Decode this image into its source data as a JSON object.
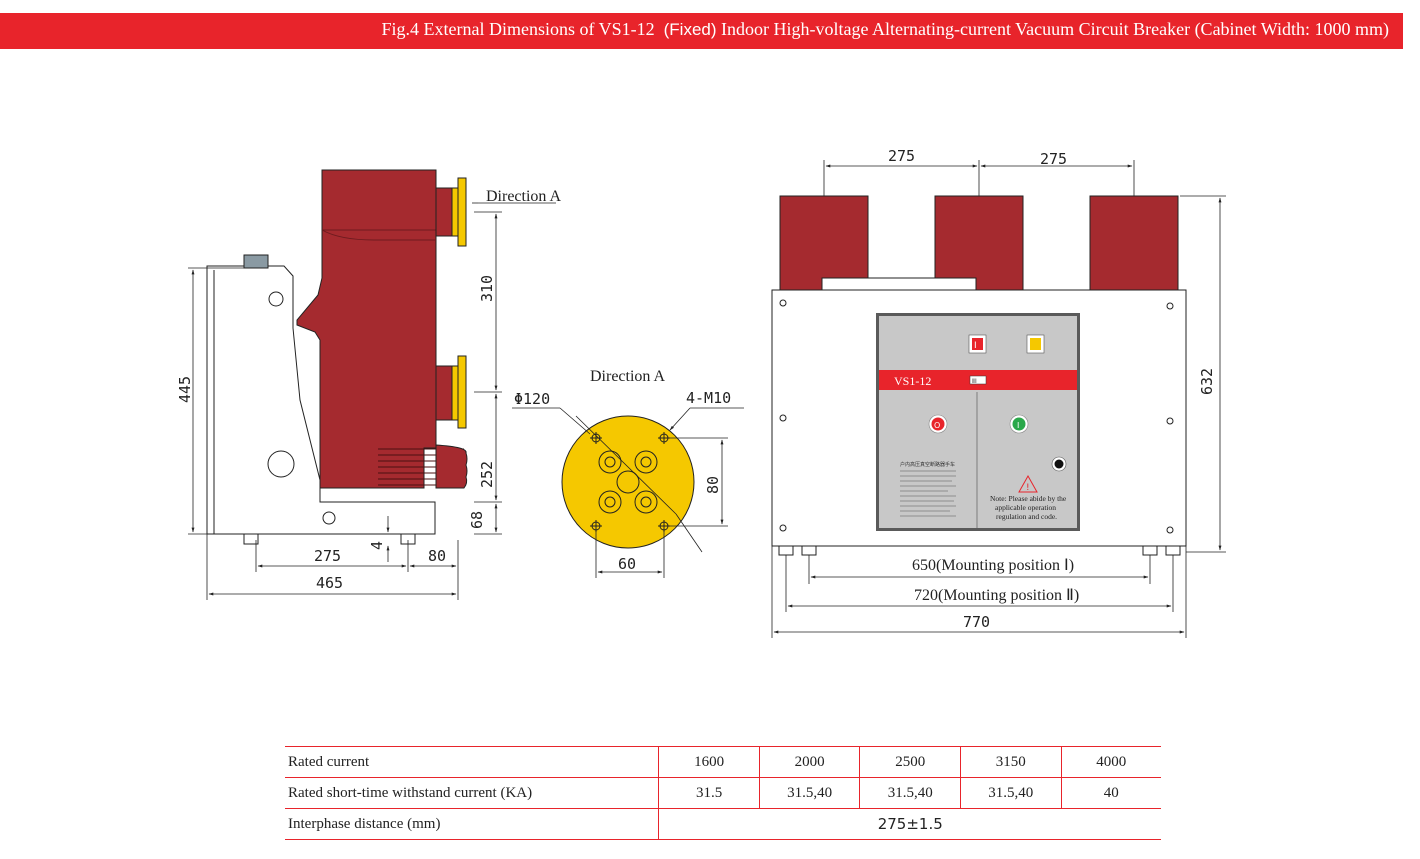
{
  "header": {
    "title_pre": "Fig.4 External Dimensions of VS1-12",
    "title_fixed": "(Fixed)",
    "title_post": "Indoor High-voltage Alternating-current Vacuum Circuit Breaker (Cabinet Width: 1000 mm)"
  },
  "colors": {
    "accent": "#e8242b",
    "insulator": "#a52a2f",
    "terminal": "#f5c800",
    "panel": "#c8c8c8"
  },
  "side_view": {
    "direction_label": "Direction A",
    "dims": {
      "height_445": "445",
      "upper_310": "310",
      "lower_252": "252",
      "bottom_68": "68",
      "small_4": "4",
      "depth_275": "275",
      "depth_80": "80",
      "overall_465": "465"
    }
  },
  "direction_view": {
    "title": "Direction A",
    "dia_label": "Φ120",
    "bolt_label": "4-M10",
    "dim_80": "80",
    "dim_60": "60"
  },
  "front_view": {
    "dims": {
      "pitch_left": "275",
      "pitch_right": "275",
      "height_632": "632",
      "mount_650": "650(Mounting position Ⅰ)",
      "mount_720": "720(Mounting position Ⅱ)",
      "overall_770": "770"
    },
    "panel": {
      "model": "VS1-12",
      "off_button": "O",
      "on_button": "I",
      "close_indicator": "I",
      "badge": "ⅡⅠ",
      "nameplate_title": "户内高压真空断路器手车",
      "warn_symbol": "!",
      "note_lines": [
        "Note: Please abide by the",
        "applicable operation",
        "regulation and code."
      ]
    }
  },
  "table": {
    "rows": [
      {
        "name": "Rated current",
        "values": [
          "1600",
          "2000",
          "2500",
          "3150",
          "4000"
        ]
      },
      {
        "name": "Rated short-time withstand current (KA)",
        "values": [
          "31.5",
          "31.5,40",
          "31.5,40",
          "31.5,40",
          "40"
        ]
      },
      {
        "name": "Interphase distance (mm)",
        "merged": "275±1.5"
      }
    ]
  }
}
